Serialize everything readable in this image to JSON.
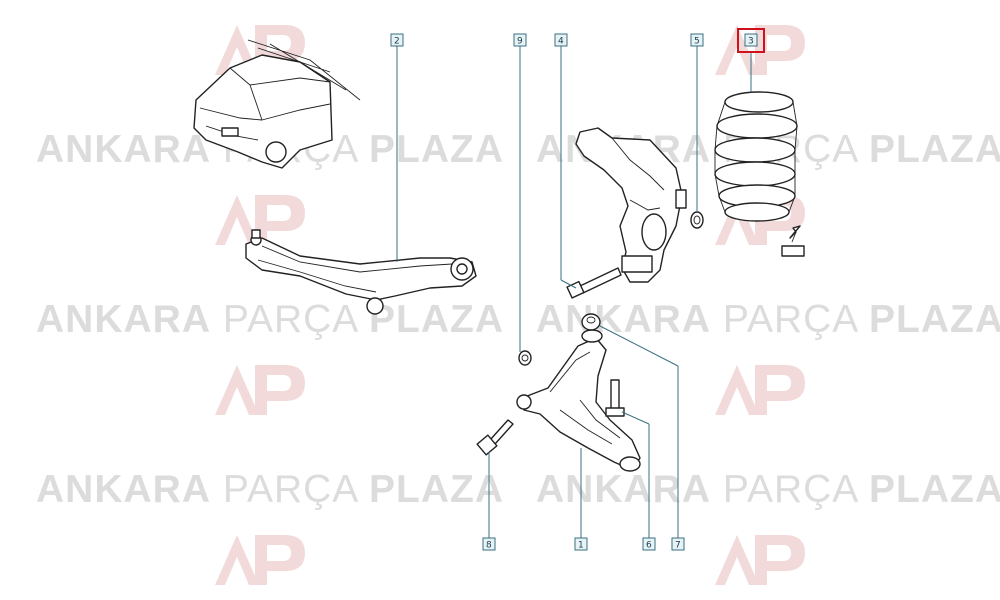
{
  "watermark": {
    "brand_a": "ANKARA",
    "brand_b": "PARÇA",
    "brand_c": "PLAZA",
    "logo": "AP"
  },
  "callouts": [
    {
      "id": "callout-1",
      "label": "1"
    },
    {
      "id": "callout-2",
      "label": "2"
    },
    {
      "id": "callout-3",
      "label": "3",
      "highlighted": true
    },
    {
      "id": "callout-4",
      "label": "4"
    },
    {
      "id": "callout-5",
      "label": "5"
    },
    {
      "id": "callout-6",
      "label": "6"
    },
    {
      "id": "callout-7",
      "label": "7"
    },
    {
      "id": "callout-8",
      "label": "8"
    },
    {
      "id": "callout-9",
      "label": "9"
    }
  ],
  "colors": {
    "callout_border": "#3a6f7f",
    "callout_fill": "#e6f2f5",
    "highlight": "#d0101a",
    "watermark": "#dcdcdc",
    "logo_watermark": "#f3dada"
  }
}
